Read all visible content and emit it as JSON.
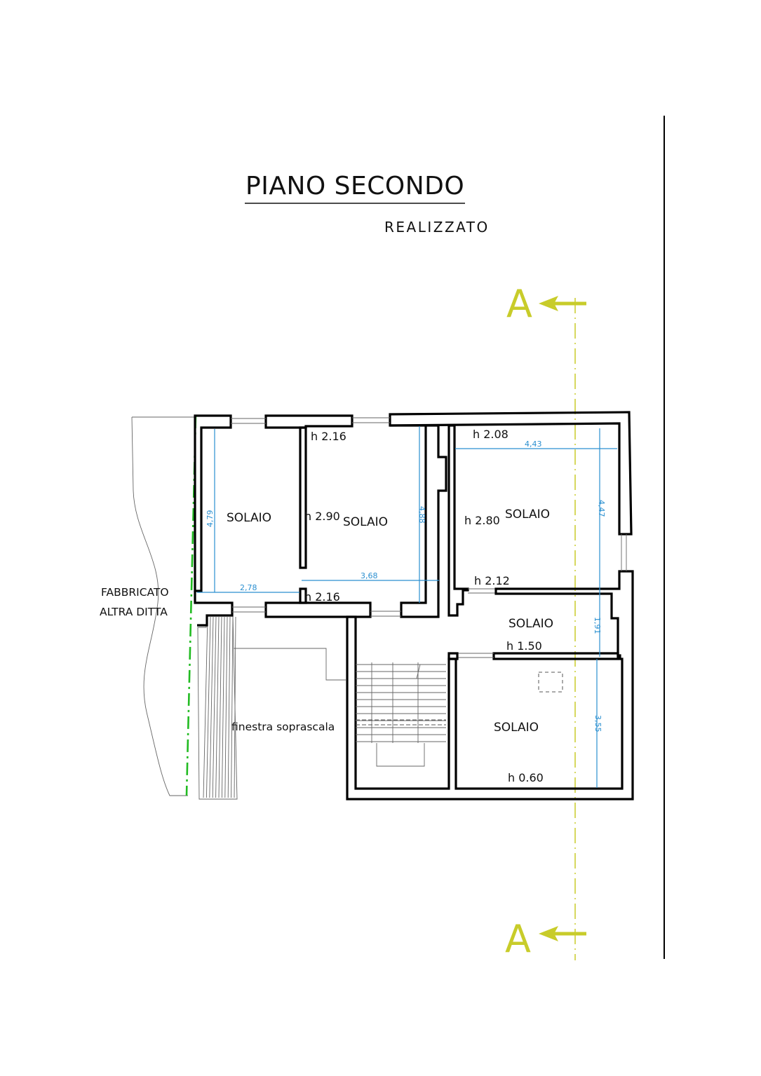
{
  "title": "PIANO SECONDO",
  "subtitle": "REALIZZATO",
  "section_marker": {
    "label": "A",
    "color": "#c8cc2a"
  },
  "property_line_color": "#22bb22",
  "dimension_color": "#2a8fd0",
  "neighbor": {
    "line1": "FABBRICATO",
    "line2": "ALTRA DITTA"
  },
  "rooms": [
    "SOLAIO",
    "SOLAIO",
    "SOLAIO",
    "SOLAIO",
    "SOLAIO"
  ],
  "heights": [
    "h 2.16",
    "h 2.90",
    "h 2.16",
    "h 2.08",
    "h 2.80",
    "h 2.12",
    "h 1.50",
    "h 0.60"
  ],
  "dimensions": [
    "4,79",
    "2,78",
    "3,68",
    "4,88",
    "4,43",
    "4,47",
    "1,91",
    "3,55"
  ],
  "note": "finestra soprascala"
}
